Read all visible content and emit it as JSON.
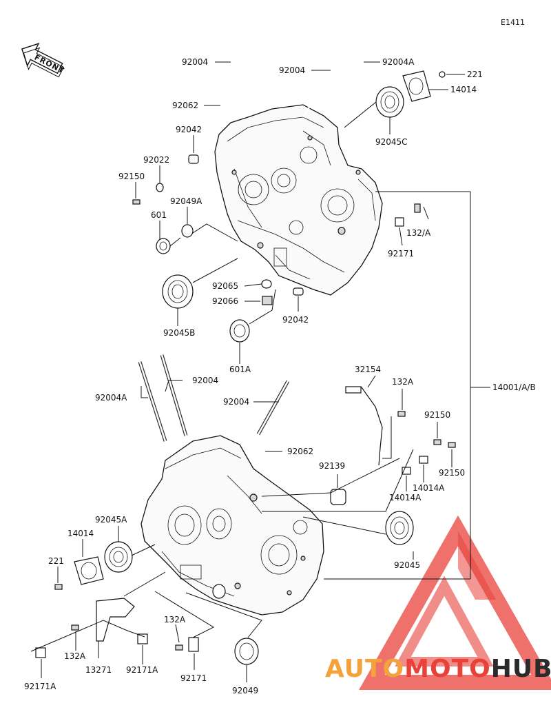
{
  "diagram_code": "E1411",
  "front_label": "FRONT",
  "labels": {
    "l_92004_top": "92004",
    "l_92004_mid": "92004",
    "l_92004A_top": "92004A",
    "l_221_top": "221",
    "l_14014_top": "14014",
    "l_92062_top": "92062",
    "l_92045C": "92045C",
    "l_92042_top": "92042",
    "l_92022": "92022",
    "l_92150_left": "92150",
    "l_92049A": "92049A",
    "l_601": "601",
    "l_132A_top": "132/A",
    "l_92171_top": "92171",
    "l_92065": "92065",
    "l_92066": "92066",
    "l_92042_bot": "92042",
    "l_92045B": "92045B",
    "l_601A": "601A",
    "l_14001AB": "14001/A/B",
    "l_32154": "32154",
    "l_132A_mid": "132A",
    "l_92004_lower": "92004",
    "l_92004A_lower": "92004A",
    "l_92004_lower2": "92004",
    "l_92150_r1": "92150",
    "l_92062_lower": "92062",
    "l_92139": "92139",
    "l_92150_r2": "92150",
    "l_14014A_a": "14014A",
    "l_14014A_b": "14014A",
    "l_92045A": "92045A",
    "l_14014_bot": "14014",
    "l_92045": "92045",
    "l_221_bot": "221",
    "l_132A_bot1": "132A",
    "l_132A_bot2": "132A",
    "l_13271": "13271",
    "l_92171A_a": "92171A",
    "l_92171A_b": "92171A",
    "l_92171_bot": "92171",
    "l_92049": "92049"
  },
  "watermark": {
    "auto": "AUTO",
    "moto": "MOTO",
    "hub": "HUB",
    "color_red": "#e8413a",
    "color_orange": "#f3a23c",
    "color_dark": "#2b2b2b"
  }
}
